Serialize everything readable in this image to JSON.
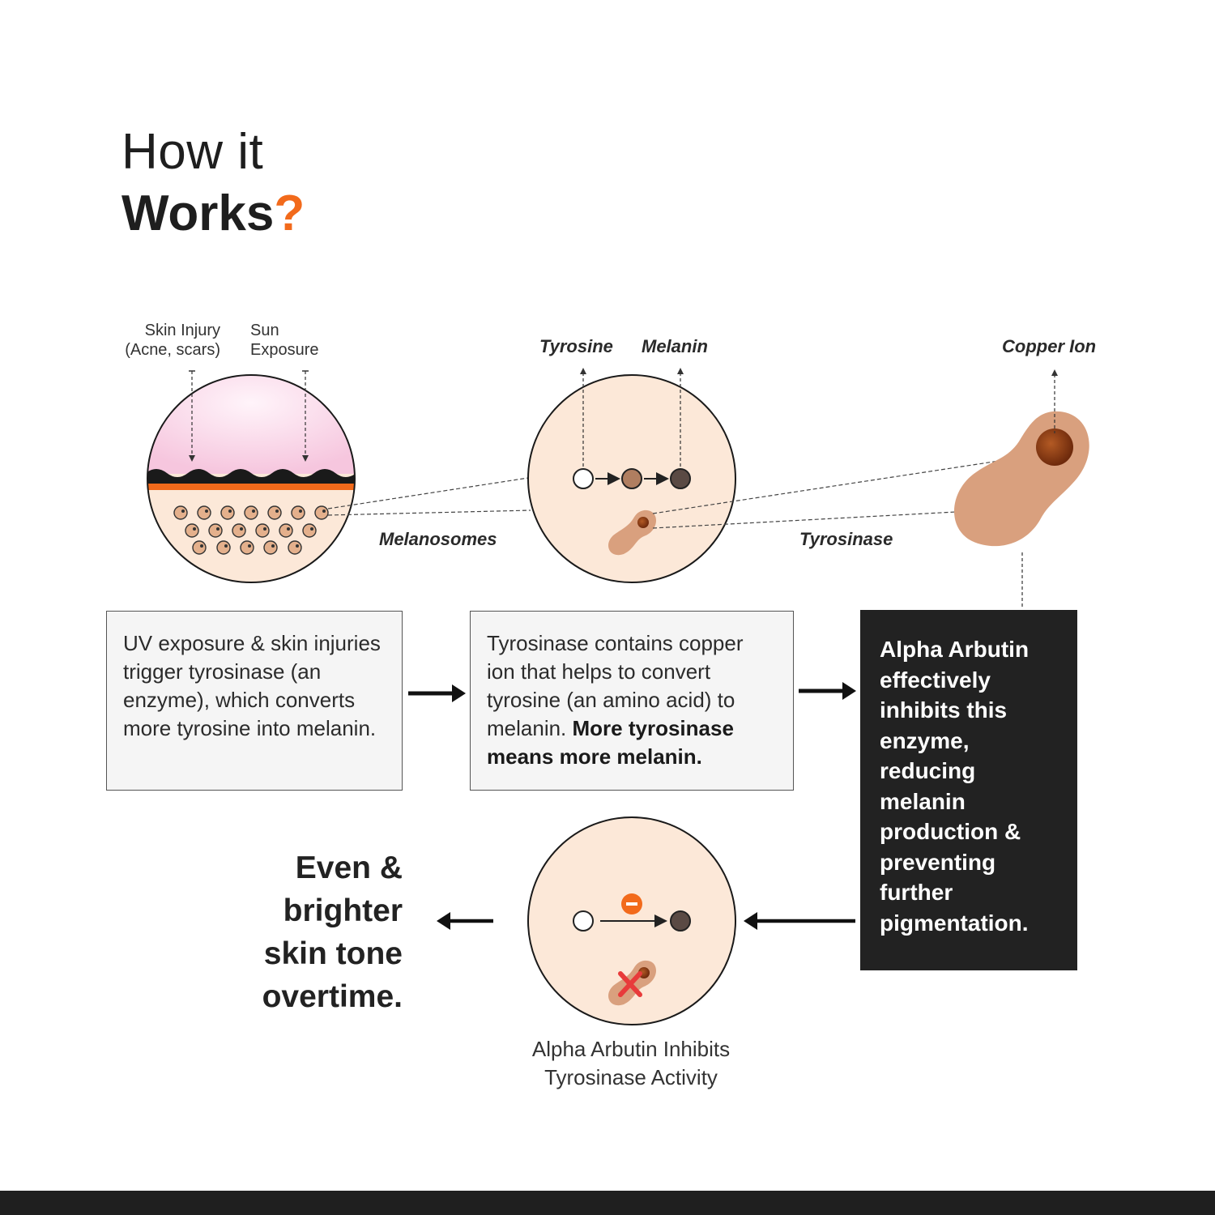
{
  "heading": {
    "line1": "How it",
    "line2": "Works",
    "mark": "?"
  },
  "labels": {
    "skin_injury": [
      "Skin Injury",
      "(Acne, scars)"
    ],
    "sun_exposure": [
      "Sun",
      "Exposure"
    ],
    "tyrosine": "Tyrosine",
    "melanin": "Melanin",
    "copper_ion": "Copper Ion",
    "melanosomes": "Melanosomes",
    "tyrosinase": "Tyrosinase"
  },
  "boxes": {
    "step1": "UV exposure & skin injuries trigger tyrosinase (an enzyme), which converts more tyrosine into melanin.",
    "step2_plain": "Tyrosinase contains copper ion that helps to convert tyrosine (an amino acid) to melanin.",
    "step2_bold": "More tyrosinase means more melanin.",
    "step3": "Alpha Arbutin effectively inhibits this enzyme, reducing melanin production & preventing further pigmentation."
  },
  "result": [
    "Even &",
    "brighter",
    "skin tone",
    "overtime."
  ],
  "caption": [
    "Alpha Arbutin Inhibits",
    "Tyrosinase Activity"
  ],
  "colors": {
    "accent": "#f26a1b",
    "skin": "#fce8d8",
    "skin_top": "#f9cce3",
    "enzyme": "#d9a07e",
    "copper": "#8b3a12",
    "melanin": "#5a4a44",
    "inhibit_x": "#e83b3b",
    "dark_panel": "#222222"
  }
}
